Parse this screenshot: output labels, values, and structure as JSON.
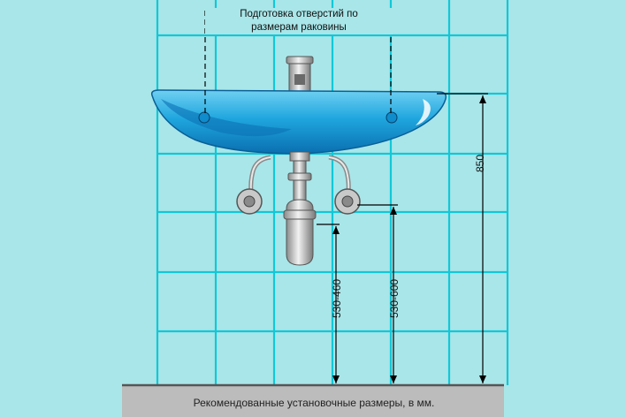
{
  "note": {
    "line1": "Подготовка отверстий по",
    "line2": "размерам раковины"
  },
  "dimensions": {
    "total_height": "850",
    "drain_height": "530-460",
    "supply_height": "530-600"
  },
  "caption": "Рекомендованные установочные размеры, в мм.",
  "colors": {
    "background": "#a9e6e9",
    "grid": "#10c8d8",
    "basin": "#1aa0d8",
    "floor": "#bcbcbc"
  }
}
